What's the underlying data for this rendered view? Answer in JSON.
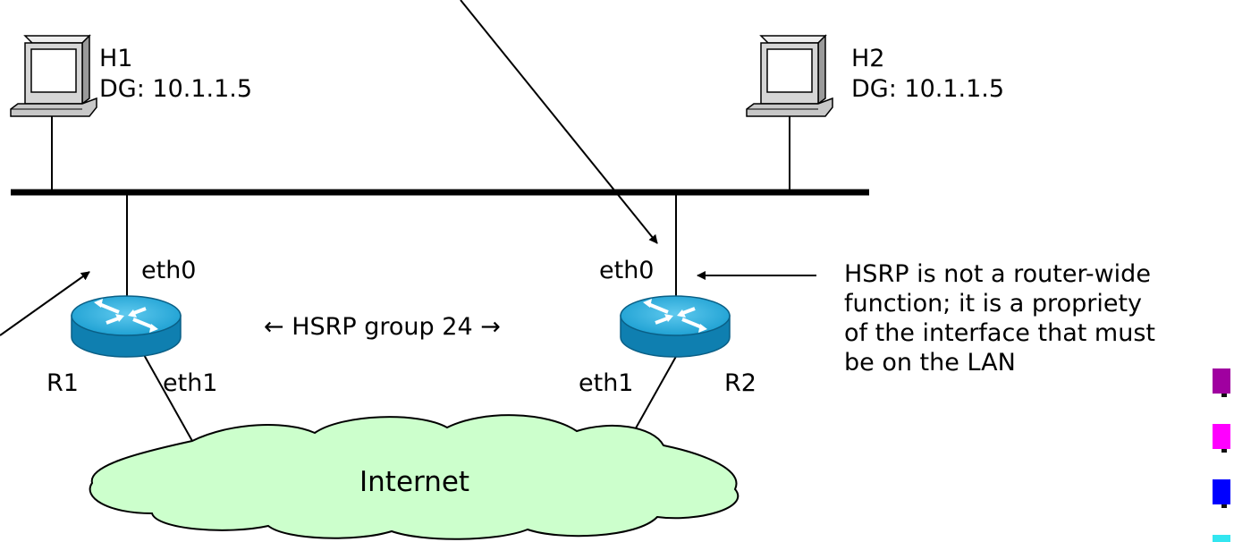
{
  "hosts": [
    {
      "name": "H1",
      "gateway": "DG: 10.1.1.5"
    },
    {
      "name": "H2",
      "gateway": "DG: 10.1.1.5"
    }
  ],
  "routers": [
    {
      "name": "R1",
      "lan_interface": "eth0",
      "wan_interface": "eth1"
    },
    {
      "name": "R2",
      "lan_interface": "eth0",
      "wan_interface": "eth1"
    }
  ],
  "hsrp_group_label": "← HSRP group 24 →",
  "cloud_label": "Internet",
  "annotation_lines": [
    "HSRP is not a router-wide",
    "function; it is a propriety",
    "of the interface that must",
    "be on the LAN"
  ],
  "swatch_colors": [
    "#a000a0",
    "#ff00ff",
    "#0000ff",
    "#33e6f0"
  ],
  "colors": {
    "router_top": "#1aa7d8",
    "router_side": "#0f7fb0",
    "cloud_fill": "#ccffcc",
    "monitor_body": "#d9d9d9"
  }
}
